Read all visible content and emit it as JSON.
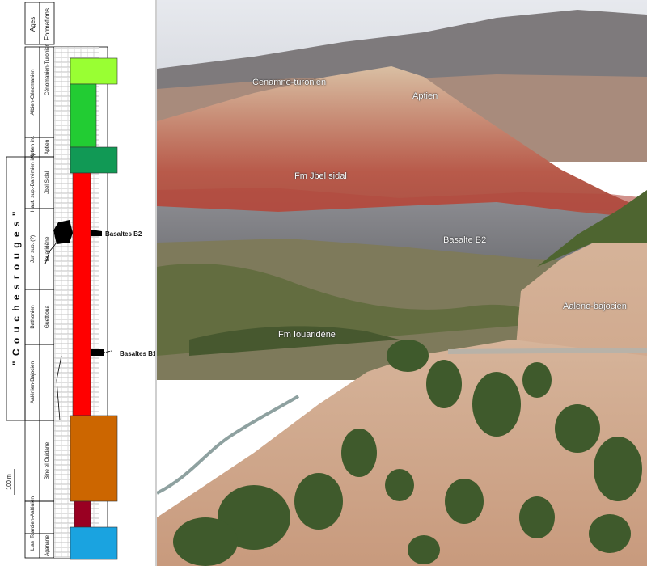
{
  "figure": {
    "column": {
      "header": {
        "ages": "Ages",
        "formations": "Formations"
      },
      "group_label": "\" C o u c h e s   r o u g e s \"",
      "age_labels": [
        "Albien-Cénomanien",
        "Aptien inf.",
        "Haut. sup.-Barrémien inf.",
        "Jur. sup. (?)",
        "Bathonien",
        "Aalénien-Bajocien",
        "Toarcien-Aalénien",
        "Lias"
      ],
      "formation_labels": [
        "Cénomanien-Turonien",
        "Aptien",
        "Jbel Sidal",
        "Iouaridène",
        "Guettioua",
        "Bine el Ouidane",
        "Aganane"
      ],
      "basalt_labels": {
        "b2": "Basaltes B2",
        "b1": "Basaltes B1"
      },
      "scale_label": "100 m",
      "colors": {
        "cenomanien": "#99ff33",
        "albien": "#22cc33",
        "aptien": "#119955",
        "couches_rouges": "#ff0000",
        "aalenien_bajocien": "#cc6600",
        "toarcien": "#990022",
        "lias": "#1aa3e0"
      }
    },
    "photo": {
      "labels": {
        "cenomano_turonien": "Cenamno-turonien",
        "aptien": "Aptien",
        "fm_jbel_sidal": "Fm Jbel sidal",
        "basalte_b2": "Basalte B2",
        "aaleno_bajocien": "Aaleno-bajocien",
        "fm_iouaridene": "Fm Iouaridène"
      }
    }
  }
}
